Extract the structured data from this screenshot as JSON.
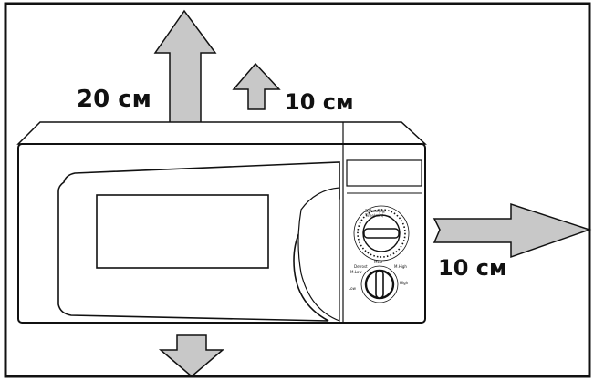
{
  "labels": {
    "top_clearance": "20 см",
    "rear_clearance": "10 см",
    "side_clearance": "10 см"
  },
  "dial_timer": {
    "caption": "Defrost(kg)\nTime(min)"
  },
  "dial_power": {
    "low": "Low",
    "mlow": "M.Low",
    "defrost": "Defrost",
    "med": "MED",
    "mhigh": "M.High",
    "high": "High"
  },
  "colors": {
    "line": "#111111",
    "arrow_fill": "#c8c8c8",
    "background": "#ffffff"
  }
}
